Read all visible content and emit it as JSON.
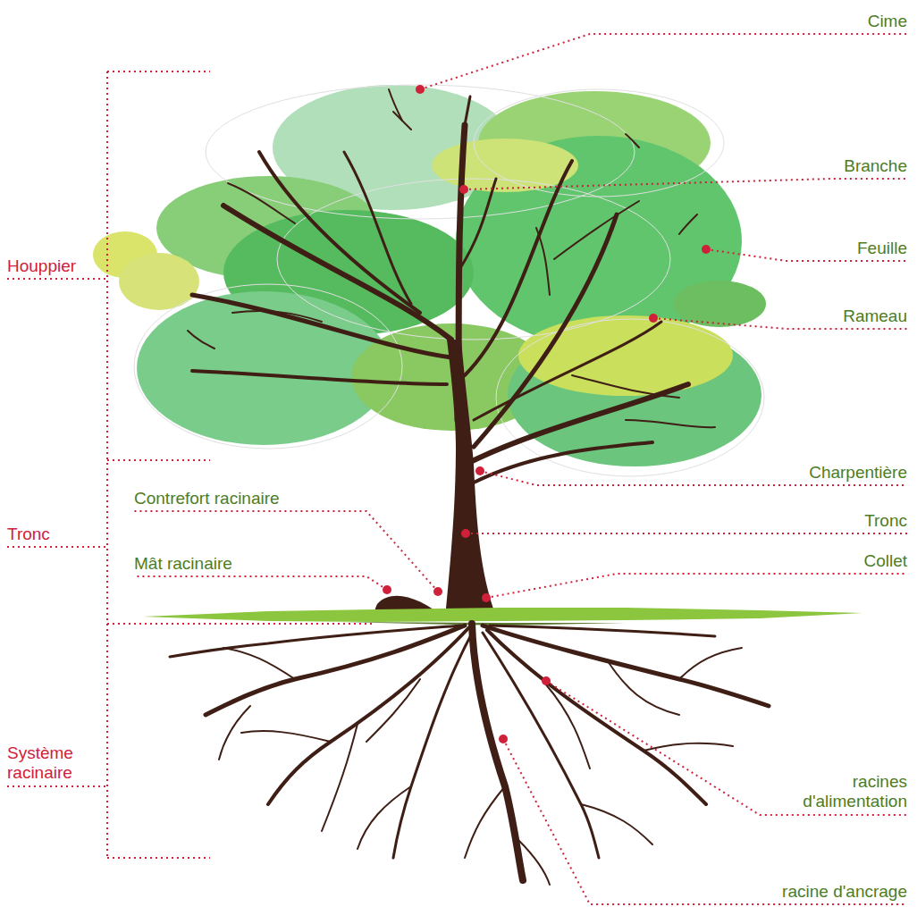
{
  "diagram": {
    "labels": [
      "Cime",
      "Branche",
      "Feuille",
      "Rameau",
      "Houppier",
      "Charpentière",
      "Contrefort racinaire",
      "Tronc",
      "Mât racinaire",
      "Collet",
      "Tronc",
      "Système racinaire",
      "racines d'alimentation",
      "racine d'ancrage"
    ]
  }
}
